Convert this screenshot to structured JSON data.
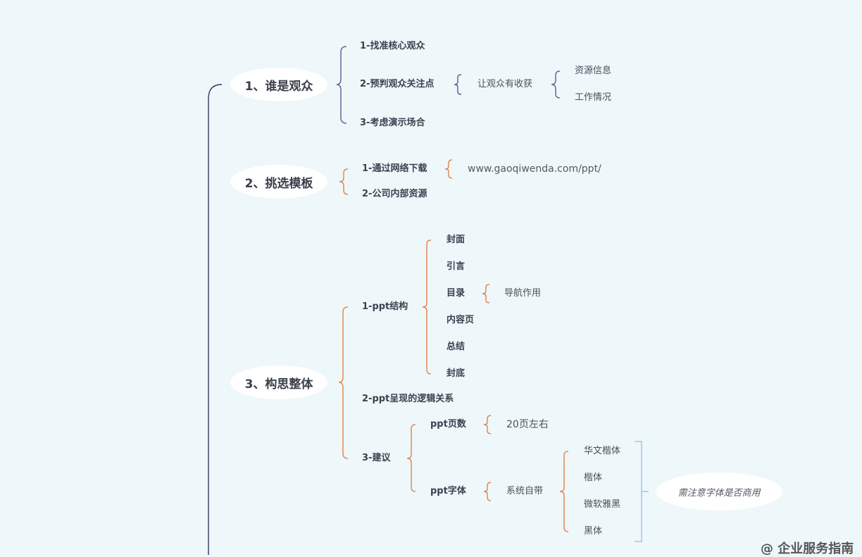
{
  "mindmap": {
    "topics": [
      {
        "label": "1、谁是观众",
        "items": [
          "1-找准核心观众",
          "2-预判观众关注点",
          "3-考虑演示场合"
        ],
        "item2_child": "让观众有收获",
        "item2_grandchildren": [
          "资源信息",
          "工作情况"
        ]
      },
      {
        "label": "2、挑选模板",
        "items": [
          "1-通过网络下载",
          "2-公司内部资源"
        ],
        "item1_child": "www.gaoqiwenda.com/ppt/"
      },
      {
        "label": "3、构思整体",
        "items": [
          "1-ppt结构",
          "2-ppt呈现的逻辑关系",
          "3-建议"
        ],
        "structure_children": [
          "封面",
          "引言",
          "目录",
          "内容页",
          "总结",
          "封底"
        ],
        "toc_child": "导航作用",
        "advice_children": [
          "ppt页数",
          "ppt字体"
        ],
        "page_count_child": "20页左右",
        "font_child": "系统自带",
        "font_options": [
          "华文楷体",
          "楷体",
          "微软雅黑",
          "黑体"
        ],
        "font_note": "需注意字体是否商用"
      }
    ],
    "colors": {
      "purple": "#5c4a8a",
      "orange": "#e07a3a",
      "blue": "#9ec9e6",
      "background": "#eef7fa"
    }
  },
  "watermark": "@ 企业服务指南"
}
